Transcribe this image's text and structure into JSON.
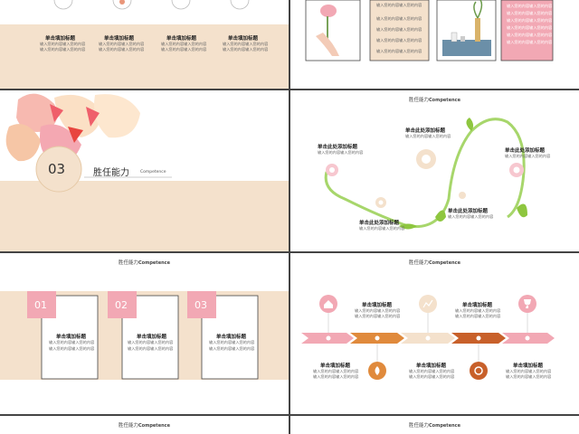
{
  "section_slide": {
    "number": "03",
    "title": "胜任能力",
    "subtitle": "Competence"
  },
  "header_title": "胜任能力",
  "header_sub": "Competence",
  "item_title": "单击填加标题",
  "item_title_alt": "单击此处添加标题",
  "item_body": "输入您的内容输入您的内容",
  "numbered_boxes": [
    "01",
    "02",
    "03"
  ],
  "colors": {
    "peach": "#f4e1cc",
    "pink": "#f2a8b4",
    "orange": "#e08a3c",
    "green": "#8ec63f",
    "dark_bg": "#444444"
  }
}
